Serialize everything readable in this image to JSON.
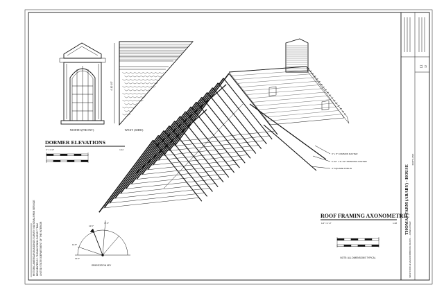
{
  "sheet": {
    "title": "THOMAS FARM (ARABY) - HOUSE",
    "address_line_1": "WESTFORD & MEADOWBROOK ROADS ... JAMES RIVER",
    "address_line_2": "MARYLAND",
    "sheet_no": "12",
    "sheet_total": "12"
  },
  "drawings": {
    "dormer_north_caption": "NORTH (FRONT)",
    "dormer_west_caption": "WEST (SIDE)",
    "dormer_heading": "DORMER ELEVATIONS",
    "dormer_height_dim": "4'-10 1/2\"",
    "dormer_scale_note": "1\" = 1'-0\"",
    "dormer_scale_ratio": "1:12",
    "roof_heading": "ROOF FRAMING AXONOMETRIC",
    "roof_scale_note": "1/4\" = 1'-0\"",
    "roof_scale_ratio": "1:48",
    "roof_note": "NOTE: ALL DIMENSIONS TYPICAL",
    "callouts": [
      "3\" x 5\" COMMON RAFTER",
      "5 1/2\" x 11 1/2\" PRINCIPAL RAFTER",
      "4\" SQUARE PURLIN"
    ],
    "orientation_caption": "ORIENTATION KEY",
    "orientation_angles": [
      "12.5°",
      "77.5°",
      "13.5°",
      "12.5°"
    ]
  },
  "footer": {
    "credit_line_1": "HISTORIC AMERICAN BUILDINGS SURVEY, NATIONAL PARK SERVICE",
    "credit_line_2": "DELINEATED BY: THOMAS FARM SURVEY TEAM",
    "credit_line_3": "UNITED STATES DEPARTMENT OF THE INTERIOR"
  }
}
